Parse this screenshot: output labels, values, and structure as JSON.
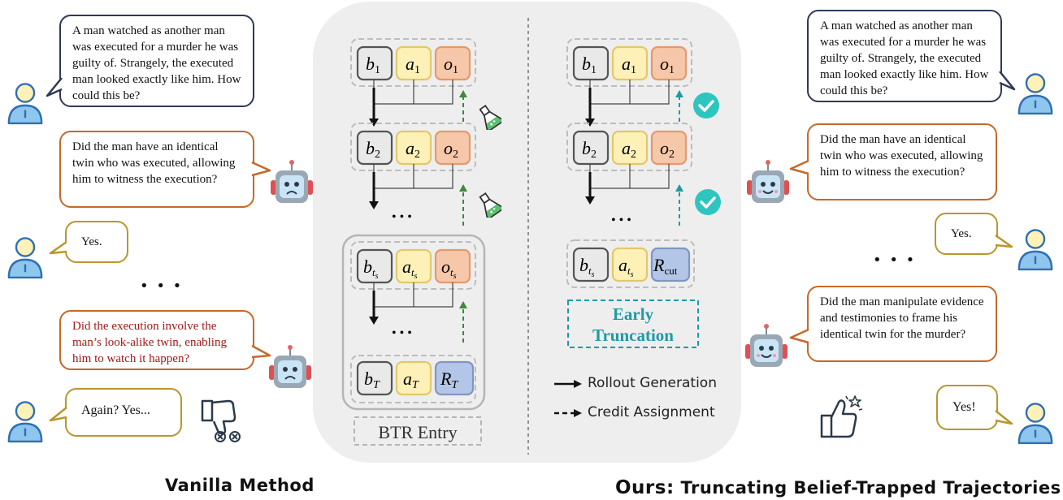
{
  "dialogue": {
    "riddle": "A man watched as another man was executed for a murder he was guilty of. Strangely, the executed man looked exactly like him. How could this be?",
    "question_twin": "Did the man have an identical twin who was executed, allowing him to witness the execution?",
    "answer_yes": "Yes.",
    "ellipsis": "• • •",
    "repeat_question": "Did the execution involve the man’s look-alike twin, enabling him to watch it happen?",
    "again_answer": "Again? Yes...",
    "new_question": "Did the man manipulate evidence and testimonies to frame his identical twin for the murder?",
    "final_answer": "Yes!"
  },
  "diagram": {
    "sub_b": "b",
    "sub_a": "a",
    "sub_o": "o",
    "sub_r": "R",
    "idx_1": "1",
    "idx_2": "2",
    "idx_ts": "t",
    "idx_ts_sub": "s",
    "idx_T": "T",
    "idx_cut": "cut",
    "btr_entry": "BTR Entry",
    "early_truncation_line1": "Early",
    "early_truncation_line2": "Truncation"
  },
  "legend": {
    "rollout": "Rollout Generation",
    "credit": "Credit Assignment"
  },
  "captions": {
    "vanilla": "Vanilla Method",
    "ours_prefix": "Ours:",
    "ours_rest": "Truncating Belief-Trapped Trajectories"
  },
  "colors": {
    "b_fill": "#e9e9e9",
    "a_fill": "#fdf1b8",
    "o_fill": "#f6c7a8",
    "r_fill": "#b4c6e7",
    "teal": "#2ec5bf",
    "green_dash": "#3c8a3c",
    "teal_dash": "#1f9aa5"
  }
}
